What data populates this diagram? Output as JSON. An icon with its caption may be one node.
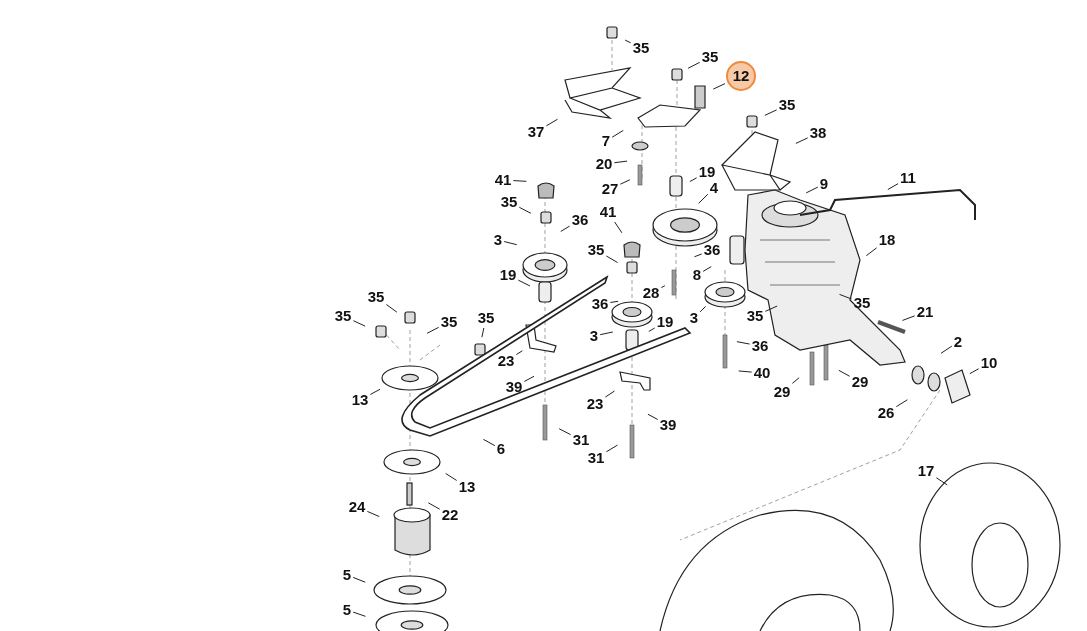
{
  "diagram": {
    "nodes": [
      {
        "text": [
          "35"
        ]
      },
      {
        "text": [
          "35"
        ]
      },
      {
        "text": [
          "12"
        ]
      },
      {
        "text": [
          "35"
        ]
      },
      {
        "text": [
          "37"
        ]
      },
      {
        "text": [
          "38"
        ]
      },
      {
        "text": [
          "7"
        ]
      },
      {
        "text": [
          "20"
        ]
      },
      {
        "text": [
          "19"
        ]
      },
      {
        "text": [
          "27"
        ]
      },
      {
        "text": [
          "9"
        ]
      },
      {
        "text": [
          "11"
        ]
      },
      {
        "text": [
          "41"
        ]
      },
      {
        "text": [
          "4"
        ]
      },
      {
        "text": [
          "35"
        ]
      },
      {
        "text": [
          "36"
        ]
      },
      {
        "text": [
          "41"
        ]
      },
      {
        "text": [
          "3"
        ]
      },
      {
        "text": [
          "36"
        ]
      },
      {
        "text": [
          "18"
        ]
      },
      {
        "text": [
          "35"
        ]
      },
      {
        "text": [
          "8"
        ]
      },
      {
        "text": [
          "19"
        ]
      },
      {
        "text": [
          "28"
        ]
      },
      {
        "text": [
          "35"
        ]
      },
      {
        "text": [
          "35"
        ]
      },
      {
        "text": [
          "35"
        ]
      },
      {
        "text": [
          "35"
        ]
      },
      {
        "text": [
          "36"
        ]
      },
      {
        "text": [
          "19"
        ]
      },
      {
        "text": [
          "3"
        ]
      },
      {
        "text": [
          "3"
        ]
      },
      {
        "text": [
          "35"
        ]
      },
      {
        "text": [
          "21"
        ]
      },
      {
        "text": [
          "35"
        ]
      },
      {
        "text": [
          "36"
        ]
      },
      {
        "text": [
          "2"
        ]
      },
      {
        "text": [
          "23"
        ]
      },
      {
        "text": [
          "13"
        ]
      },
      {
        "text": [
          "39"
        ]
      },
      {
        "text": [
          "40"
        ]
      },
      {
        "text": [
          "29"
        ]
      },
      {
        "text": [
          "29"
        ]
      },
      {
        "text": [
          "10"
        ]
      },
      {
        "text": [
          "23"
        ]
      },
      {
        "text": [
          "26"
        ]
      },
      {
        "text": [
          "39"
        ]
      },
      {
        "text": [
          "31"
        ]
      },
      {
        "text": [
          "6"
        ]
      },
      {
        "text": [
          "31"
        ]
      },
      {
        "text": [
          "13"
        ]
      },
      {
        "text": [
          "17"
        ]
      },
      {
        "text": [
          "24"
        ]
      },
      {
        "text": [
          "22"
        ]
      },
      {
        "text": [
          "5"
        ]
      },
      {
        "text": [
          "5"
        ]
      }
    ],
    "edges": [
      {
        "from": 0,
        "to": null,
        "arrow": "none"
      },
      {
        "from": 1,
        "to": null,
        "arrow": "none"
      },
      {
        "from": 2,
        "to": null,
        "arrow": "none"
      },
      {
        "from": 3,
        "to": null,
        "arrow": "none"
      },
      {
        "from": 4,
        "to": null,
        "arrow": "none"
      },
      {
        "from": 5,
        "to": null,
        "arrow": "none"
      },
      {
        "from": 6,
        "to": null,
        "arrow": "none"
      },
      {
        "from": 7,
        "to": null,
        "arrow": "none"
      },
      {
        "from": 8,
        "to": null,
        "arrow": "none"
      },
      {
        "from": 9,
        "to": null,
        "arrow": "none"
      },
      {
        "from": 10,
        "to": null,
        "arrow": "none"
      },
      {
        "from": 11,
        "to": null,
        "arrow": "none"
      },
      {
        "from": 12,
        "to": null,
        "arrow": "none"
      },
      {
        "from": 13,
        "to": null,
        "arrow": "none"
      },
      {
        "from": 14,
        "to": null,
        "arrow": "none"
      },
      {
        "from": 15,
        "to": null,
        "arrow": "none"
      },
      {
        "from": 16,
        "to": null,
        "arrow": "none"
      },
      {
        "from": 17,
        "to": null,
        "arrow": "none"
      },
      {
        "from": 18,
        "to": null,
        "arrow": "none"
      },
      {
        "from": 19,
        "to": null,
        "arrow": "none"
      },
      {
        "from": 20,
        "to": null,
        "arrow": "none"
      },
      {
        "from": 21,
        "to": null,
        "arrow": "none"
      },
      {
        "from": 22,
        "to": null,
        "arrow": "none"
      },
      {
        "from": 23,
        "to": null,
        "arrow": "none"
      },
      {
        "from": 24,
        "to": null,
        "arrow": "none"
      },
      {
        "from": 25,
        "to": null,
        "arrow": "none"
      },
      {
        "from": 26,
        "to": null,
        "arrow": "none"
      },
      {
        "from": 27,
        "to": null,
        "arrow": "none"
      },
      {
        "from": 28,
        "to": null,
        "arrow": "none"
      },
      {
        "from": 29,
        "to": null,
        "arrow": "none"
      },
      {
        "from": 30,
        "to": null,
        "arrow": "none"
      },
      {
        "from": 31,
        "to": null,
        "arrow": "none"
      },
      {
        "from": 32,
        "to": null,
        "arrow": "none"
      },
      {
        "from": 33,
        "to": null,
        "arrow": "none"
      },
      {
        "from": 34,
        "to": null,
        "arrow": "none"
      },
      {
        "from": 35,
        "to": null,
        "arrow": "none"
      },
      {
        "from": 36,
        "to": null,
        "arrow": "none"
      },
      {
        "from": 37,
        "to": null,
        "arrow": "none"
      },
      {
        "from": 38,
        "to": null,
        "arrow": "none"
      },
      {
        "from": 39,
        "to": null,
        "arrow": "none"
      },
      {
        "from": 40,
        "to": null,
        "arrow": "none"
      },
      {
        "from": 41,
        "to": null,
        "arrow": "none"
      },
      {
        "from": 42,
        "to": null,
        "arrow": "none"
      },
      {
        "from": 43,
        "to": null,
        "arrow": "none"
      },
      {
        "from": 44,
        "to": null,
        "arrow": "none"
      },
      {
        "from": 45,
        "to": null,
        "arrow": "none"
      },
      {
        "from": 46,
        "to": null,
        "arrow": "none"
      },
      {
        "from": 47,
        "to": null,
        "arrow": "none"
      },
      {
        "from": 48,
        "to": null,
        "arrow": "none"
      },
      {
        "from": 49,
        "to": null,
        "arrow": "none"
      },
      {
        "from": 50,
        "to": null,
        "arrow": "none"
      },
      {
        "from": 51,
        "to": null,
        "arrow": "none"
      },
      {
        "from": 52,
        "to": null,
        "arrow": "none"
      },
      {
        "from": 53,
        "to": null,
        "arrow": "none"
      },
      {
        "from": 54,
        "to": null,
        "arrow": "none"
      },
      {
        "from": 55,
        "to": null,
        "arrow": "none"
      }
    ]
  }
}
